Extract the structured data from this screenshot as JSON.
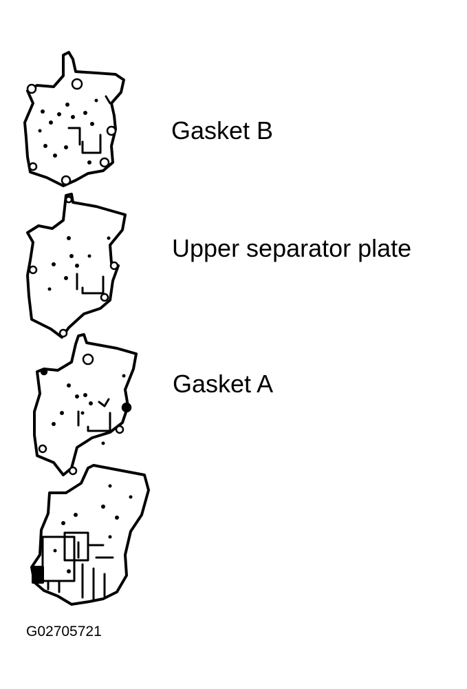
{
  "labels": {
    "gasket_b": "Gasket B",
    "upper_separator_plate": "Upper separator plate",
    "gasket_a": "Gasket A"
  },
  "figure_code": "G02705721",
  "colors": {
    "ink": "#000000",
    "background": "#ffffff"
  }
}
